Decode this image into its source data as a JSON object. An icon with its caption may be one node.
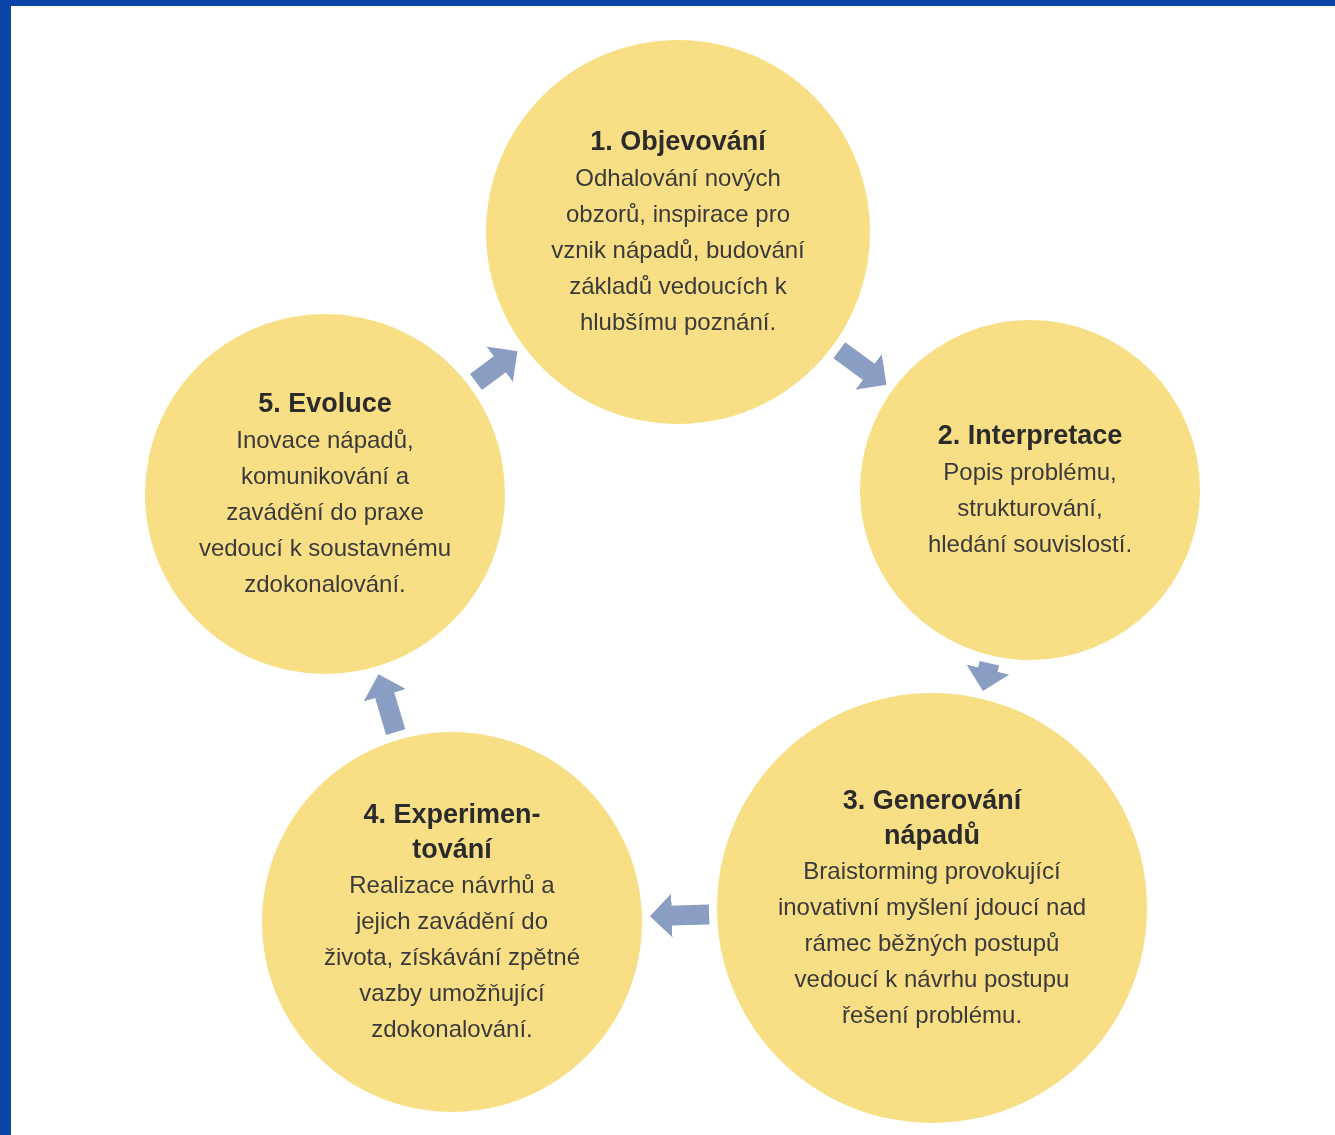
{
  "diagram": {
    "nodes": [
      {
        "text": [
          "1. Objevování",
          "Odhalování nových obzorů, inspirace pro vznik nápadů, budování základů vedoucích k hlubšímu poznání."
        ]
      },
      {
        "text": [
          "2. Interpretace",
          "Popis problému, strukturování, hledání souvislostí."
        ]
      },
      {
        "text": [
          "3. Generování nápadů",
          "Braistorming provokující inovativní myšlení jdoucí nad rámec běžných postupů vedoucí k návrhu postupu řešení problému."
        ]
      },
      {
        "text": [
          "4. Experimen-tování",
          "Realizace návrhů a jejich zavádění do života, získávání zpětné vazby umožňující zdokonalování."
        ]
      },
      {
        "text": [
          "5. Evoluce",
          "Inovace nápadů, komunikování a zavádění do praxe vedoucí k soustavnému zdokonalování."
        ]
      }
    ],
    "edges": [
      {
        "from": 0,
        "to": 1,
        "arrow": "to"
      },
      {
        "from": 1,
        "to": 2,
        "arrow": "to"
      },
      {
        "from": 2,
        "to": 3,
        "arrow": "to"
      },
      {
        "from": 3,
        "to": 4,
        "arrow": "to"
      },
      {
        "from": 4,
        "to": 0,
        "arrow": "to"
      }
    ]
  }
}
